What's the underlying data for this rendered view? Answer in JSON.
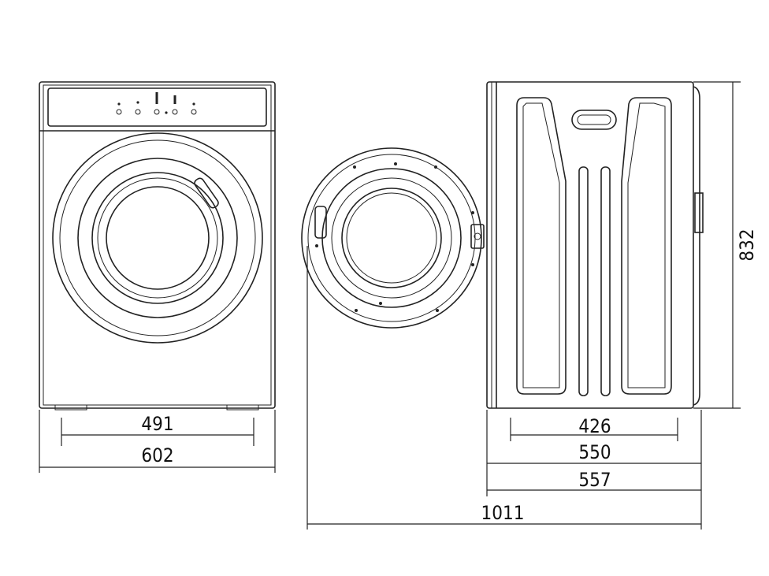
{
  "views": [
    "front-view",
    "open-door-view",
    "side-view"
  ],
  "dimensions": {
    "front_inner_width": "491",
    "front_total_width": "602",
    "side_panel_width": "426",
    "side_depth": "550",
    "side_depth_total": "557",
    "depth_door_open": "1011",
    "height": "832"
  }
}
